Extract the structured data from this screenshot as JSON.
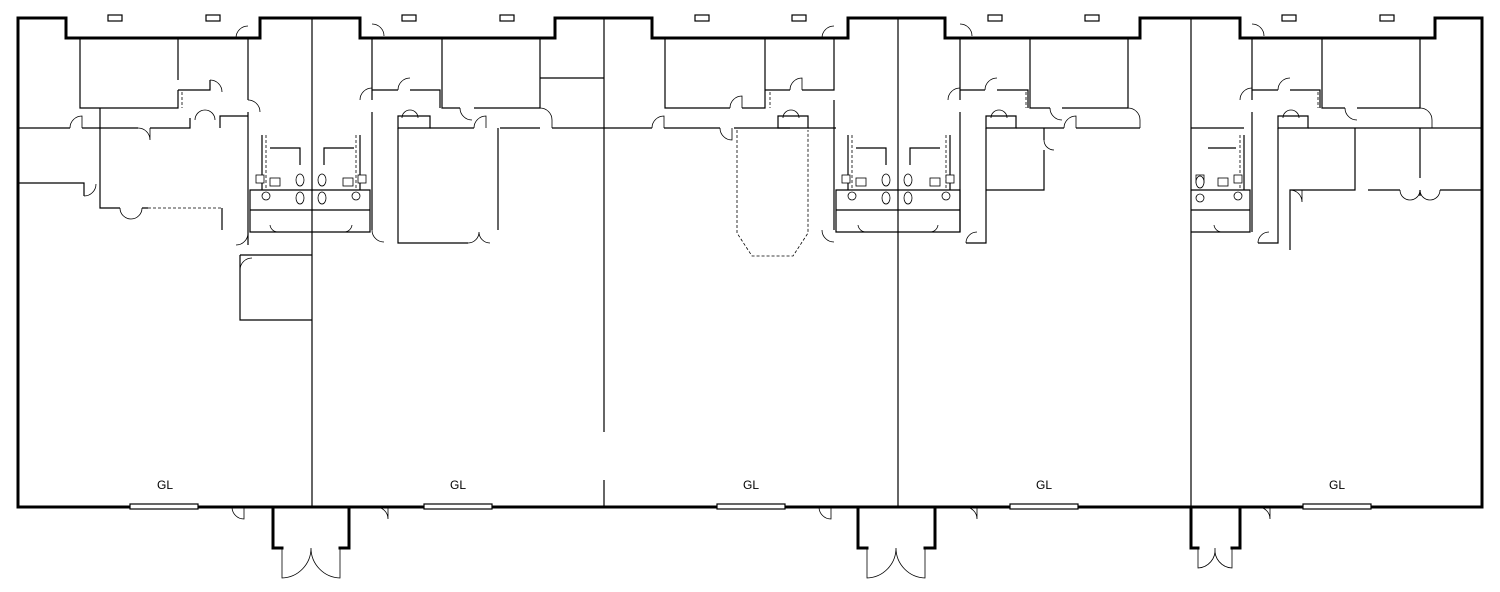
{
  "units": [
    {
      "id": "unit-1",
      "label": "GL"
    },
    {
      "id": "unit-2",
      "label": "GL"
    },
    {
      "id": "unit-3",
      "label": "GL"
    },
    {
      "id": "unit-4",
      "label": "GL"
    },
    {
      "id": "unit-5",
      "label": "GL"
    }
  ]
}
